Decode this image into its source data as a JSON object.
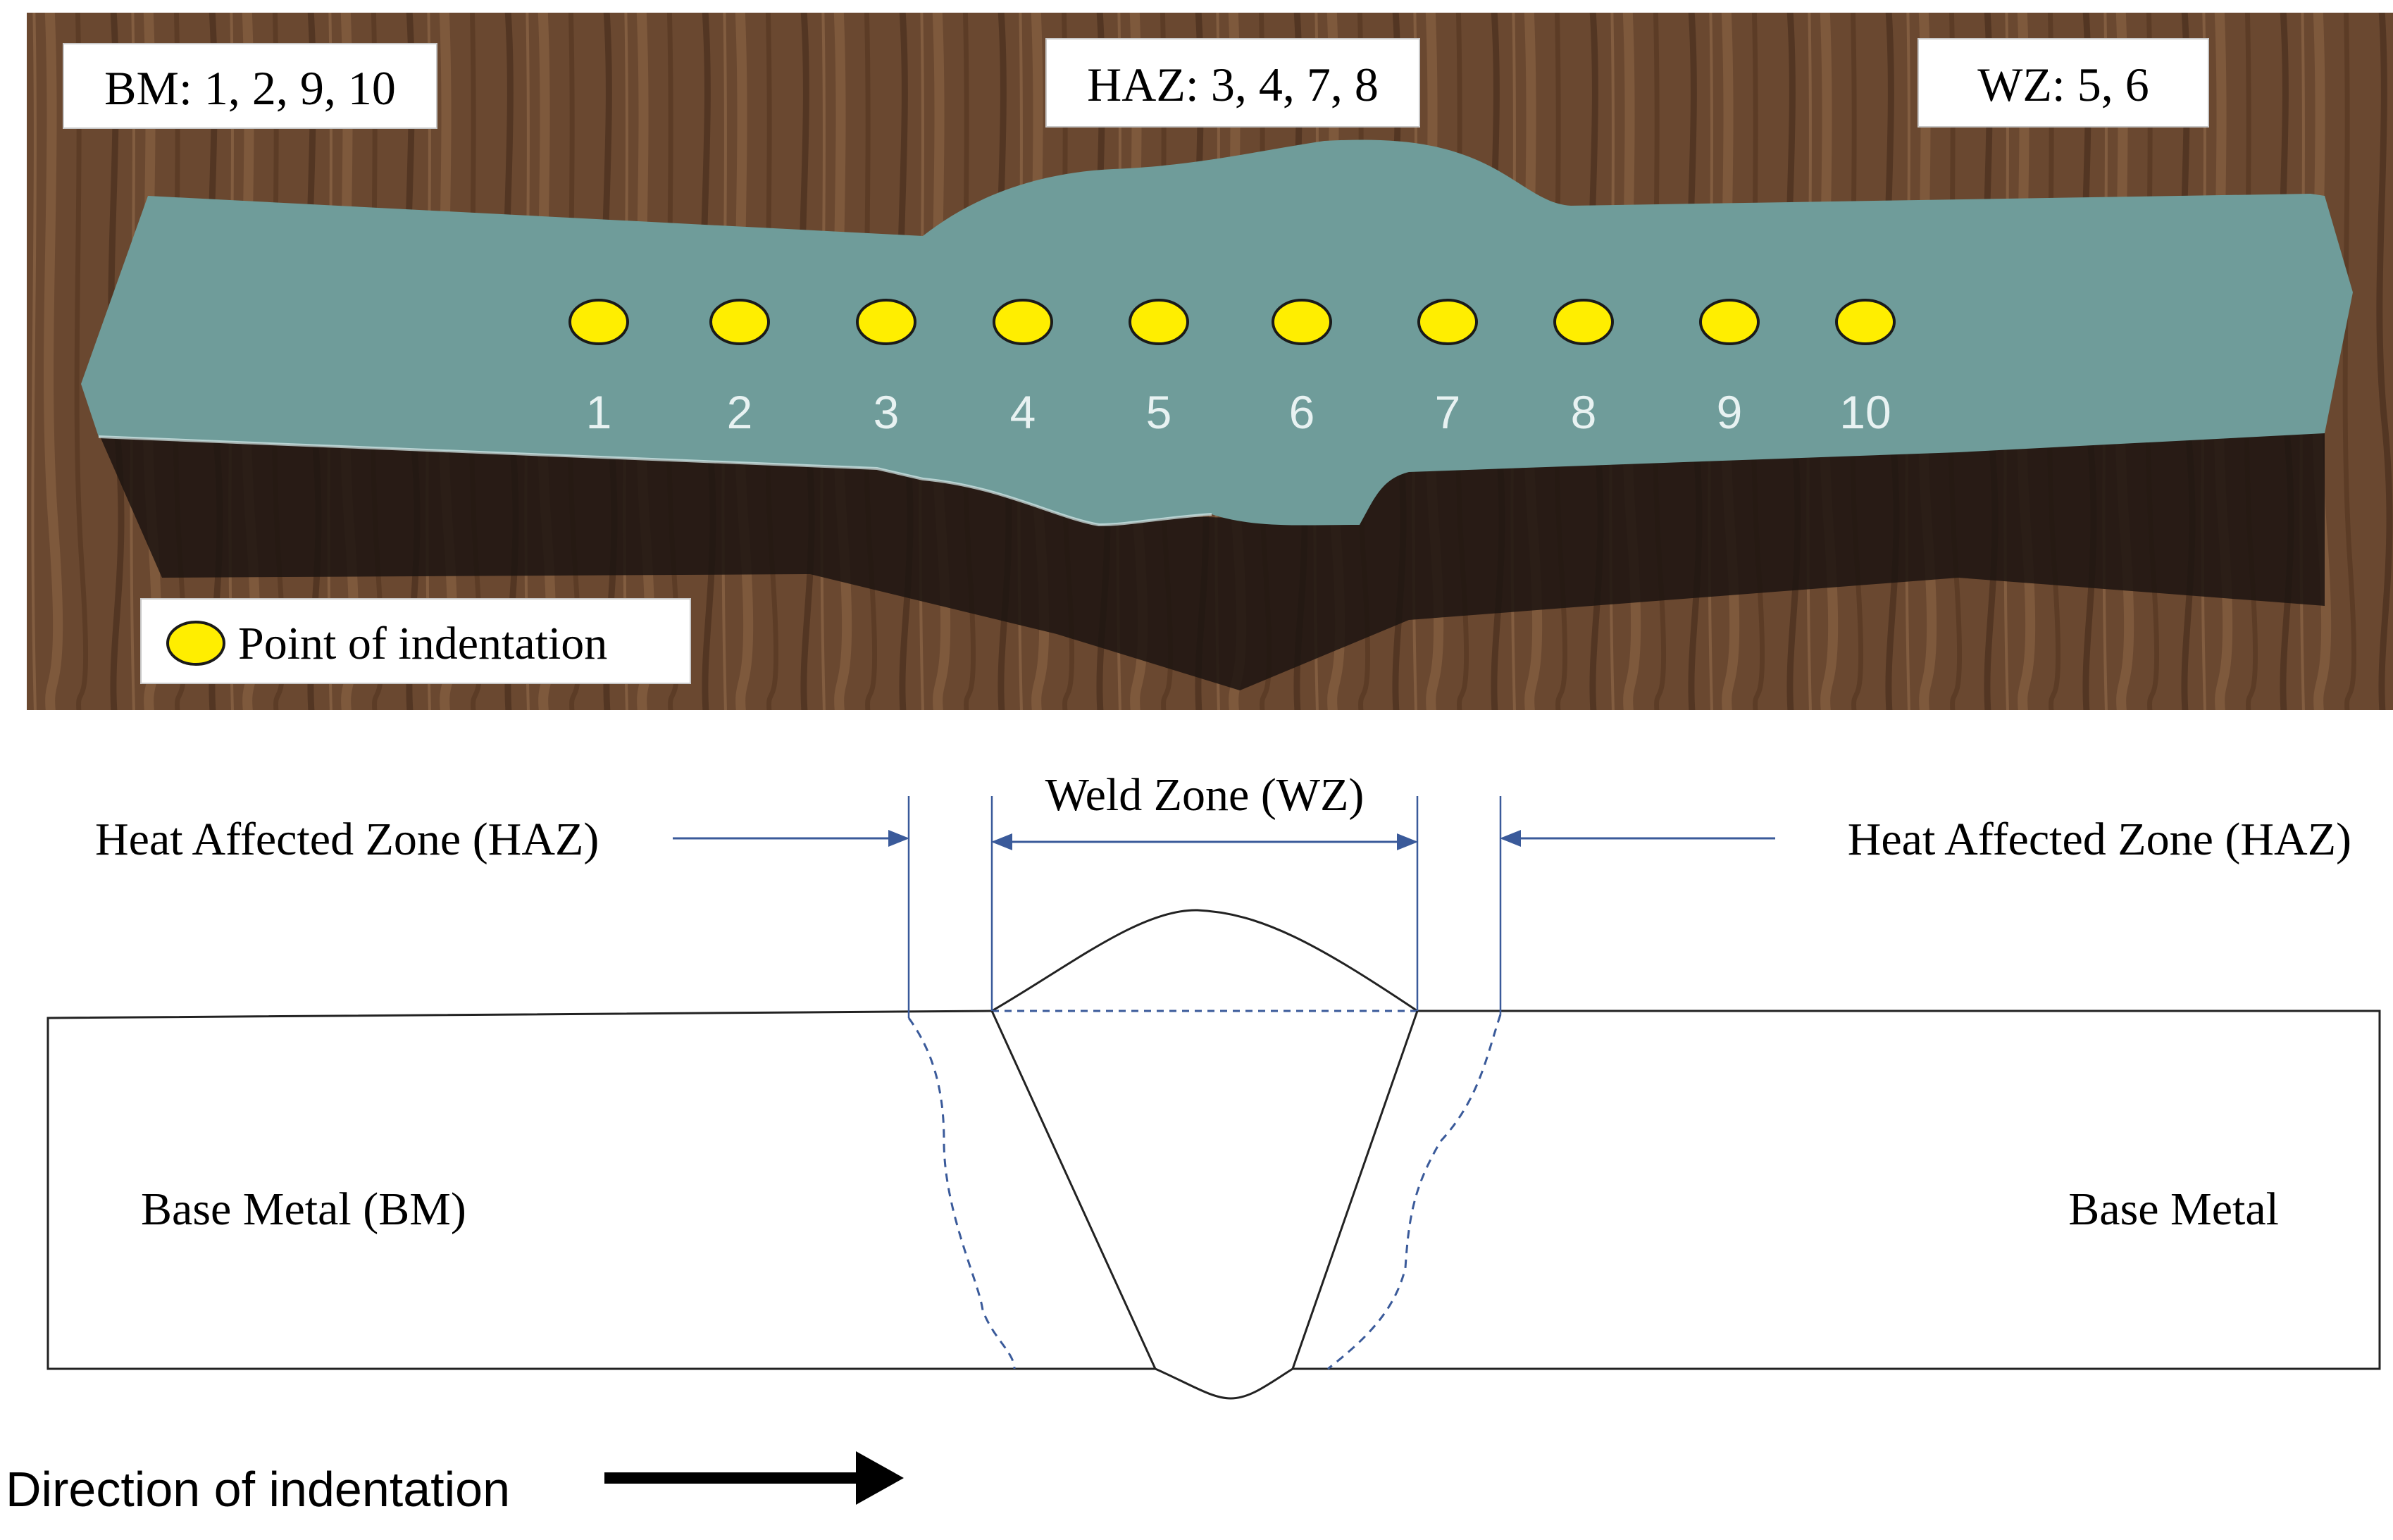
{
  "photo": {
    "zone_labels": {
      "bm": "BM: 1, 2, 9, 10",
      "haz": "HAZ: 3, 4, 7, 8",
      "wz": "WZ: 5, 6"
    },
    "indentation_points": [
      "1",
      "2",
      "3",
      "4",
      "5",
      "6",
      "7",
      "8",
      "9",
      "10"
    ],
    "legend_label": "Point of indentation",
    "colors": {
      "wood": "#6a4830",
      "specimen": "#6f9c9a",
      "indentation": "#ffee00"
    }
  },
  "schematic": {
    "weld_zone_label": "Weld Zone (WZ)",
    "haz_left_label": "Heat Affected Zone (HAZ)",
    "haz_right_label": "Heat Affected Zone (HAZ)",
    "base_metal_left_label": "Base Metal (BM)",
    "base_metal_right_label": "Base Metal",
    "arrow_color": "#3a5a9a"
  },
  "direction": {
    "label": "Direction of indentation"
  }
}
